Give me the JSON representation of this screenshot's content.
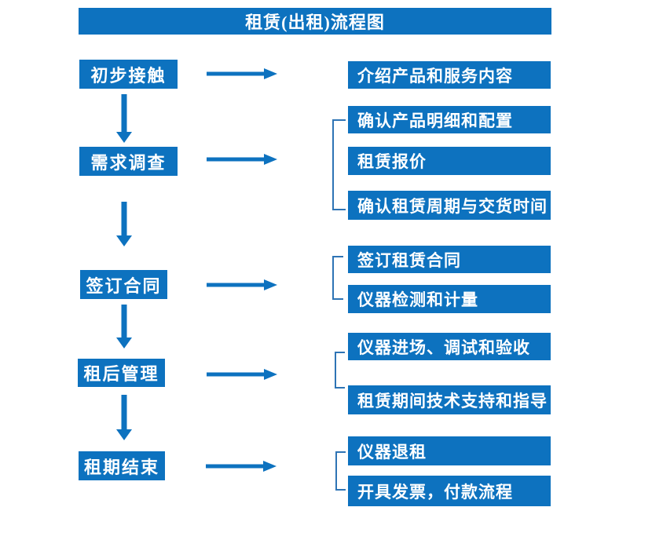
{
  "title": "租赁(出租)流程图",
  "colors": {
    "primary": "#0D72BF",
    "bracket": "#2E74B5",
    "text": "#FFFFFF",
    "background": "#FFFFFF"
  },
  "flow": {
    "stages": [
      {
        "label": "初步接触",
        "details": [
          "介绍产品和服务内容"
        ]
      },
      {
        "label": "需求调查",
        "details": [
          "确认产品明细和配置",
          "租赁报价",
          "确认租赁周期与交货时间"
        ]
      },
      {
        "label": "签订合同",
        "details": [
          "签订租赁合同",
          "仪器检测和计量"
        ]
      },
      {
        "label": "租后管理",
        "details": [
          "仪器进场、调试和验收",
          "租赁期间技术支持和指导"
        ]
      },
      {
        "label": "租期结束",
        "details": [
          "仪器退租",
          "开具发票，付款流程"
        ]
      }
    ]
  }
}
